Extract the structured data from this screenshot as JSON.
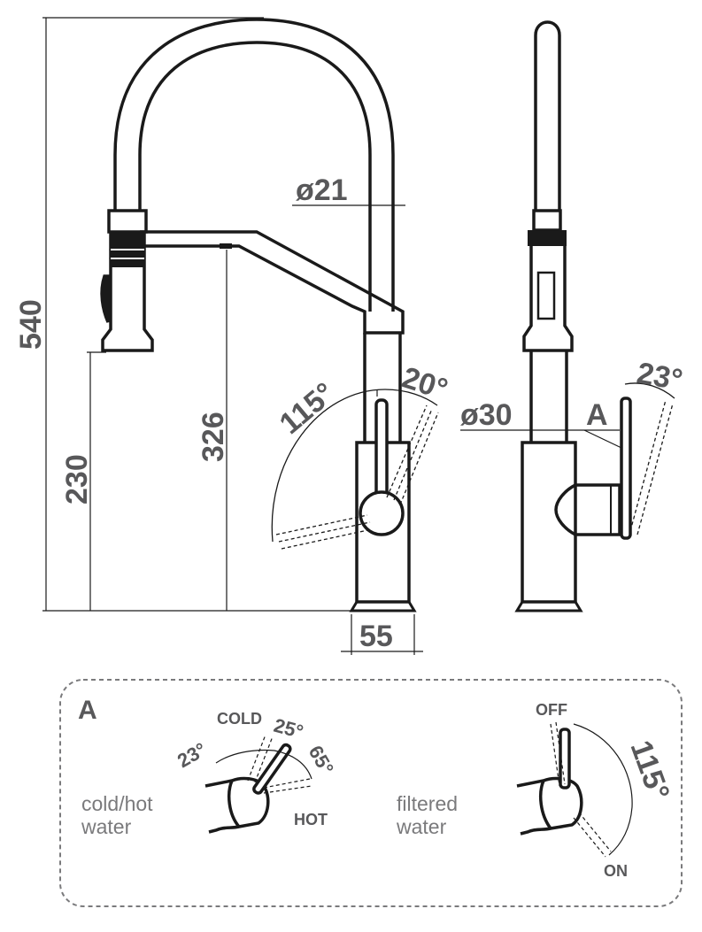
{
  "colors": {
    "ink": "#1a1a1a",
    "dimension": "#58585a",
    "caption": "#7a7a7c",
    "frame": "#7a7a7c"
  },
  "front_view": {
    "height_total": "540",
    "height_spout": "326",
    "height_head": "230",
    "hose_diameter": "ø21",
    "base_width": "55",
    "lever_angle_left": "115°",
    "lever_angle_right": "20°"
  },
  "side_view": {
    "body_diameter": "ø30",
    "detail_ref": "A",
    "lever_angle": "23°"
  },
  "detail": {
    "letter": "A",
    "left": {
      "caption_line1": "cold/hot",
      "caption_line2": "water",
      "cold_label": "COLD",
      "hot_label": "HOT",
      "angle_a": "23°",
      "angle_b": "25°",
      "angle_c": "65°"
    },
    "right": {
      "caption_line1": "filtered",
      "caption_line2": "water",
      "off_label": "OFF",
      "on_label": "ON",
      "angle": "115°"
    }
  }
}
